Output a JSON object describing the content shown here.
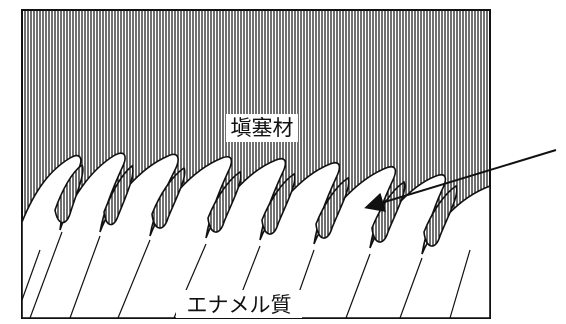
{
  "labels": {
    "filling": "塡塞材",
    "enamel": "エナメル質"
  },
  "colors": {
    "ink": "#111111",
    "background": "#ffffff",
    "hatch": "#222222"
  },
  "elements": {
    "filling_region": "vertical-hatch",
    "enamel_prisms": "etched-fingers",
    "arrow": "arrow-pointing-into-etch-pit"
  }
}
